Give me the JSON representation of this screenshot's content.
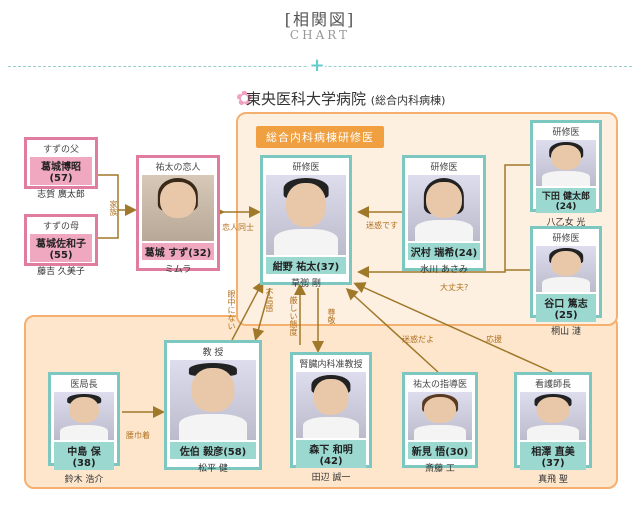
{
  "header": {
    "title": "[相関図]",
    "subtitle": "CHART"
  },
  "hospital": {
    "name": "東央医科大学病院",
    "dept": "(総合内科病棟)"
  },
  "ward_label": "総合内科病棟研修医",
  "family": {
    "father": {
      "role": "すずの父",
      "name": "葛城博昭(57)",
      "actor": "志賀 廣太郎"
    },
    "mother": {
      "role": "すずの母",
      "name": "葛城佐和子(55)",
      "actor": "藤吉 久美子"
    },
    "link": "家族"
  },
  "suzu": {
    "role": "祐太の恋人",
    "name": "葛城 すず(32)",
    "actor": "ミムラ"
  },
  "konno": {
    "role": "研修医",
    "name": "紺野 祐太(37)",
    "actor": "草彅 剛"
  },
  "sawamura": {
    "role": "研修医",
    "name": "沢村 瑞希(24)",
    "actor": "水川 あさみ"
  },
  "shimoda": {
    "role": "研修医",
    "name": "下田 健太郎(24)",
    "actor": "八乙女 光"
  },
  "taniguchi": {
    "role": "研修医",
    "name": "谷口 篤志(25)",
    "actor": "桐山 漣"
  },
  "nakajima": {
    "role": "医局長",
    "name": "中島 保(38)",
    "actor": "鈴木 浩介"
  },
  "saeki": {
    "role": "教 授",
    "name": "佐伯 毅彦(58)",
    "actor": "松平 健"
  },
  "morishita": {
    "role": "腎臓内科准教授",
    "name": "森下 和明(42)",
    "actor": "田辺 誠一"
  },
  "niimi": {
    "role": "祐太の指導医",
    "name": "新見 悟(30)",
    "actor": "斎藤 工"
  },
  "aizawa": {
    "role": "看護師長",
    "name": "相澤 直美(37)",
    "actor": "真飛 聖"
  },
  "labels": {
    "lovers": "恋人同士",
    "meiwaku": "迷惑です",
    "daijoubu": "大丈夫?",
    "chuuni": "眼中にない",
    "fushin": "不信感",
    "kibishii": "厳しい態度",
    "sonkei": "尊敬",
    "meiwakudayo": "迷惑だよ",
    "ouen": "応援",
    "koshiginchaku": "腰巾着"
  },
  "colors": {
    "accent": "#f0a040",
    "teal": "#7cc8c0",
    "pink": "#e07ca0",
    "arrow": "#a0782a"
  }
}
